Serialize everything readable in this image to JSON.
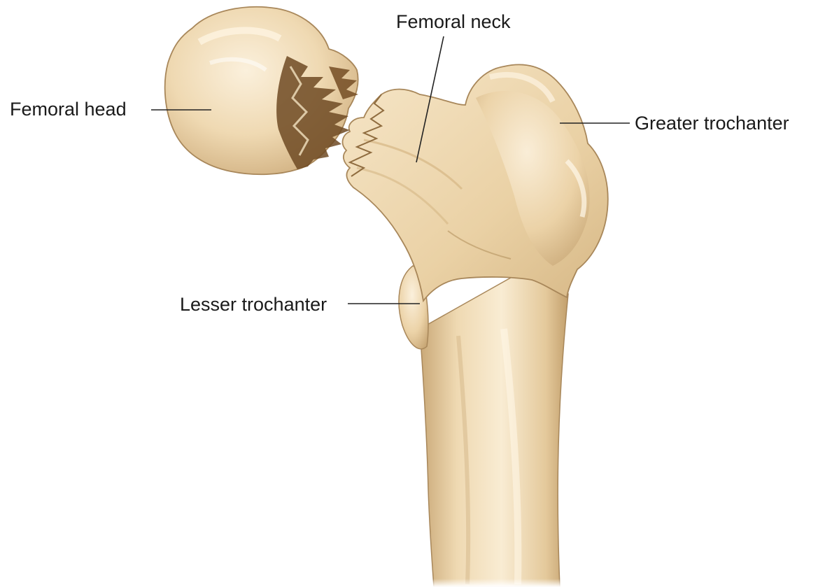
{
  "labels": {
    "femoral_head": "Femoral head",
    "femoral_neck": "Femoral neck",
    "greater_trochanter": "Greater trochanter",
    "lesser_trochanter": "Lesser trochanter"
  },
  "colors": {
    "bone_base": "#efd9b2",
    "bone_light": "#fbf0dc",
    "bone_shadow": "#c9a877",
    "bone_outline": "#a8875a",
    "fracture_dark": "#6e4a23",
    "leader_line": "#222222",
    "background": "#ffffff"
  }
}
